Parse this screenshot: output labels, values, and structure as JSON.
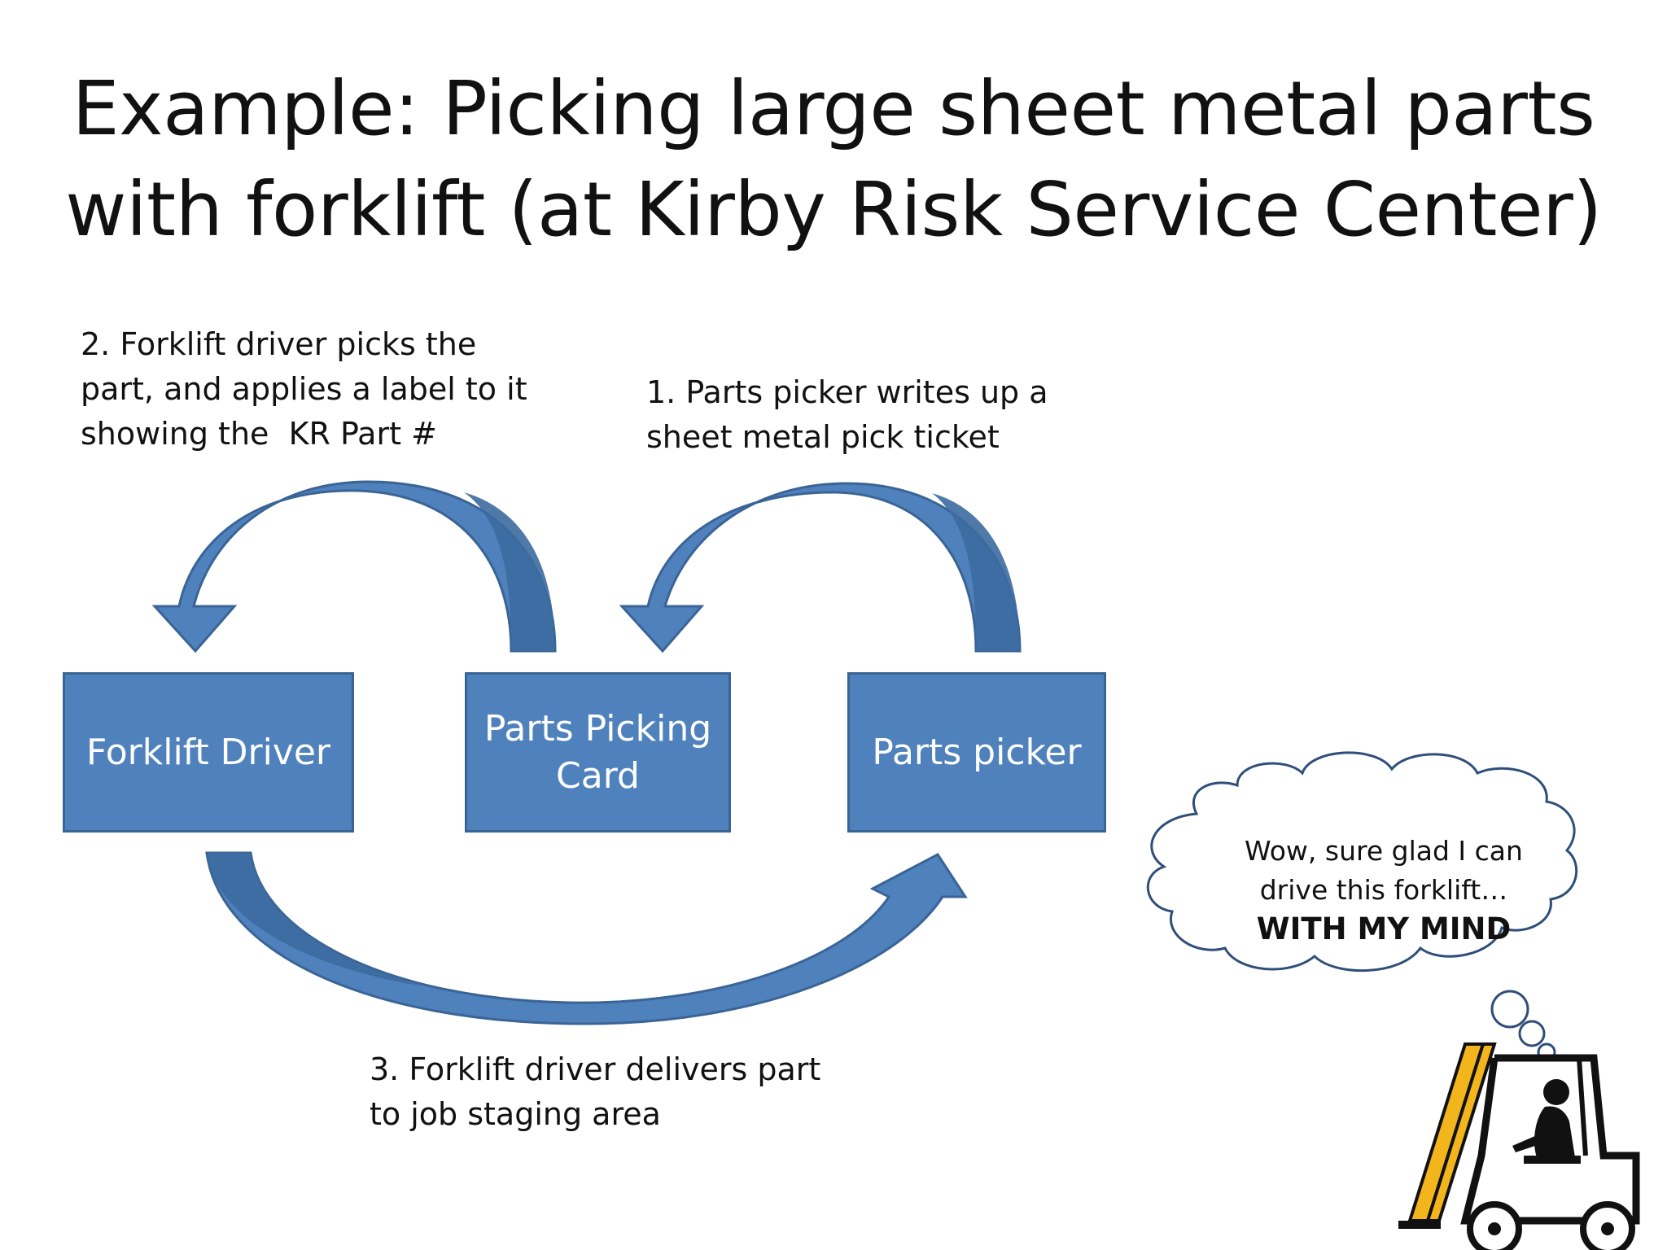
{
  "title": {
    "line1": "Example: Picking large sheet metal parts",
    "line2": "with forklift (at Kirby Risk Service Center)"
  },
  "steps": {
    "step1": "1. Parts picker writes up a\nsheet metal pick ticket",
    "step2": "2. Forklift driver picks the\npart, and applies a label to it\nshowing the  KR Part #",
    "step3": "3. Forklift driver delivers part\nto job staging area"
  },
  "boxes": {
    "forklift_driver": "Forklift Driver",
    "parts_picking_card_line1": "Parts Picking",
    "parts_picking_card_line2": "Card",
    "parts_picker": "Parts picker"
  },
  "thought_bubble": {
    "line1": "Wow, sure glad I can",
    "line2": "drive this forklift…",
    "line3": "WITH MY MIND"
  },
  "colors": {
    "box_fill": "#4f81bd",
    "box_border": "#3a6496",
    "arrow_fill": "#4f81bd",
    "arrow_shade": "#3c6aa0",
    "forklift_mast": "#f2b61c"
  }
}
